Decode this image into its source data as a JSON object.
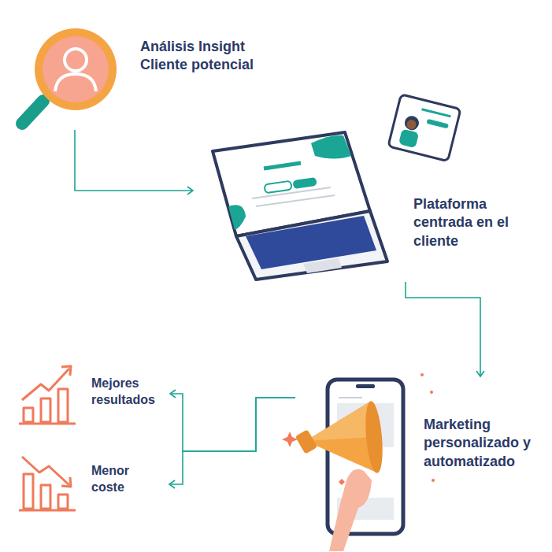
{
  "diagram": {
    "nodes": [
      {
        "text": [
          "Análisis Insight Cliente potencial"
        ]
      },
      {
        "text": [
          "Plataforma centrada en el cliente"
        ]
      },
      {
        "text": [
          "Marketing personalizado y automatizado"
        ]
      },
      {
        "text": [
          "Mejores resultados"
        ]
      },
      {
        "text": [
          "Menor coste"
        ]
      }
    ],
    "edges": [
      {
        "from": 0,
        "to": 1,
        "arrow": "to"
      },
      {
        "from": 1,
        "to": 2,
        "arrow": "to"
      },
      {
        "from": 2,
        "to": 3,
        "arrow": "to"
      },
      {
        "from": 2,
        "to": 4,
        "arrow": "to"
      }
    ]
  }
}
